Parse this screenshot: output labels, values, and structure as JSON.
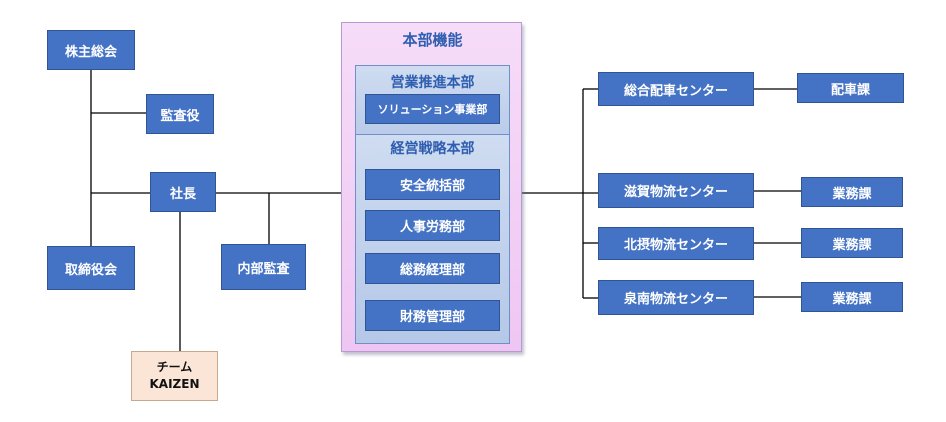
{
  "left": {
    "shareholders": "株主総会",
    "auditor": "監査役",
    "president": "社長",
    "board": "取締役会",
    "internal_audit": "内部監査",
    "team": {
      "line1": "チーム",
      "line2": "KAIZEN"
    }
  },
  "hq": {
    "title": "本部機能",
    "sales_hq": {
      "title": "営業推進本部",
      "units": [
        "ソリューション事業部"
      ]
    },
    "strategy_hq": {
      "title": "経営戦略本部",
      "units": [
        "安全統括部",
        "人事労務部",
        "総務経理部",
        "財務管理部"
      ]
    }
  },
  "right": {
    "centers": [
      {
        "name": "総合配車センター",
        "section": "配車課"
      },
      {
        "name": "滋賀物流センター",
        "section": "業務課"
      },
      {
        "name": "北摂物流センター",
        "section": "業務課"
      },
      {
        "name": "泉南物流センター",
        "section": "業務課"
      }
    ]
  },
  "colors": {
    "box": "#4472c4",
    "hq_background": "#f6dcf8",
    "panel": "#c6d4ee",
    "team_background": "#fbe5d6",
    "title_text": "#2f5eb0"
  }
}
